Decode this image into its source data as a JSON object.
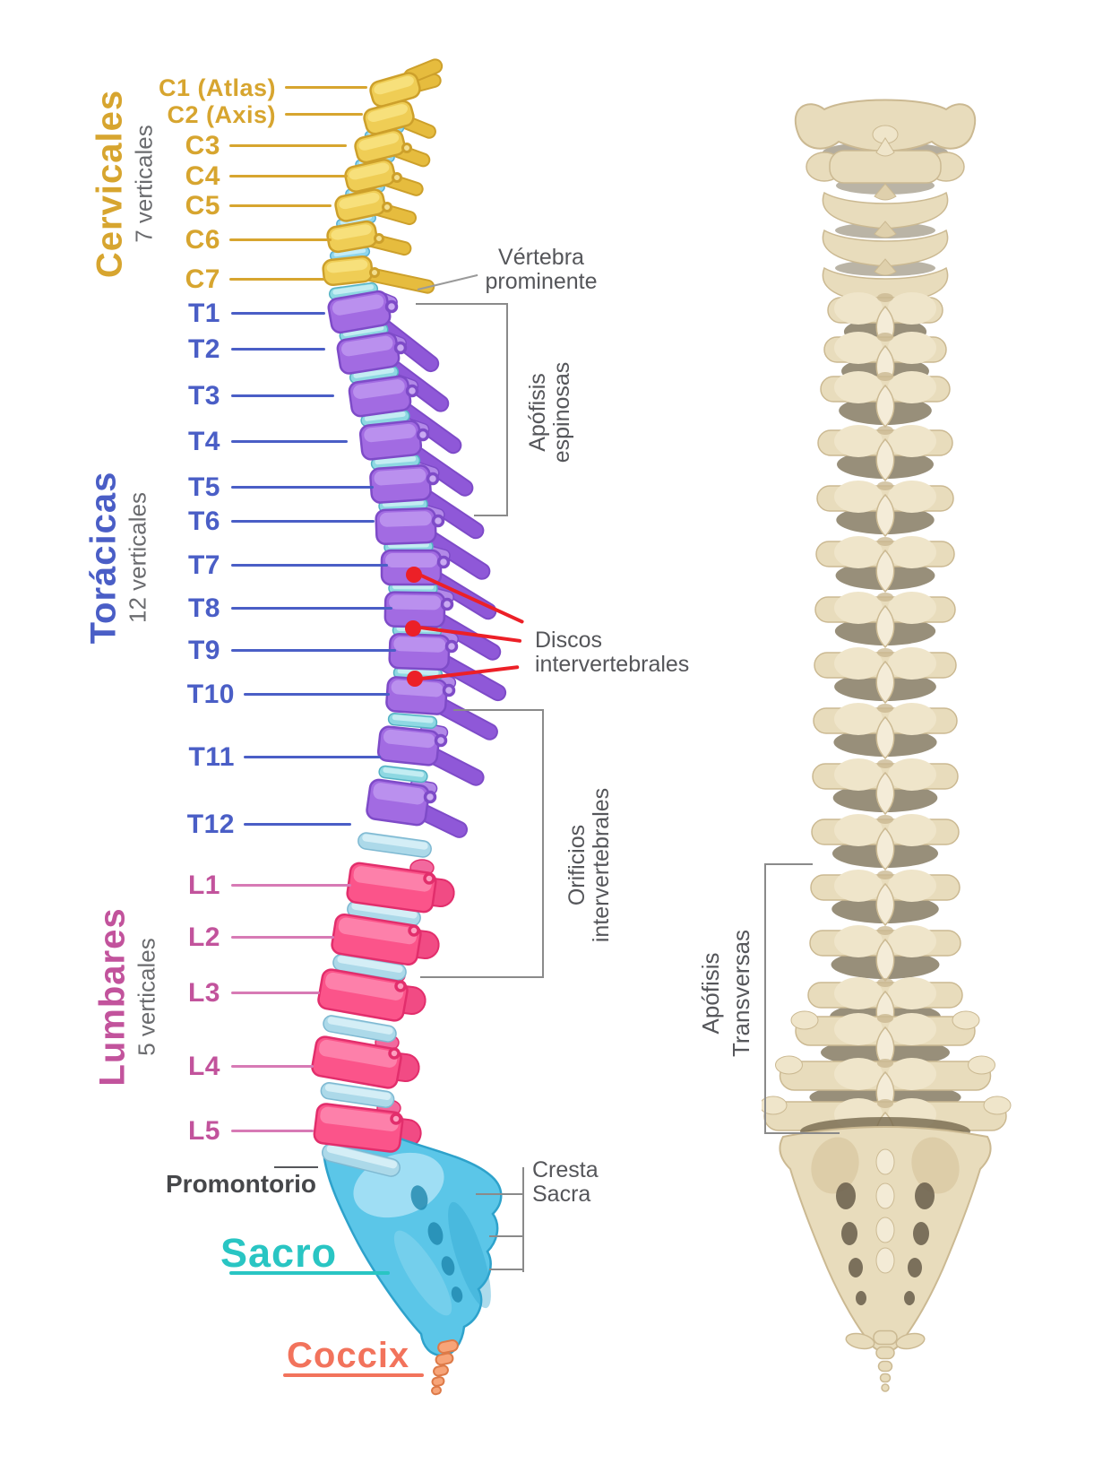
{
  "page": {
    "background": "#FFFFFF"
  },
  "left_panel": {
    "sections": [
      {
        "title": "Cervicales",
        "subtitle": "7 verticales",
        "color": "#D7A52F"
      },
      {
        "title": "Torácicas",
        "subtitle": "12 verticales",
        "color": "#4A5EC6"
      },
      {
        "title": "Lumbares",
        "subtitle": "5 verticales",
        "color": "#C2539C"
      }
    ],
    "vertebrae": [
      {
        "label": "C1 (Atlas)",
        "group": "cervicales"
      },
      {
        "label": "C2 (Axis)",
        "group": "cervicales"
      },
      {
        "label": "C3",
        "group": "cervicales"
      },
      {
        "label": "C4",
        "group": "cervicales"
      },
      {
        "label": "C5",
        "group": "cervicales"
      },
      {
        "label": "C6",
        "group": "cervicales"
      },
      {
        "label": "C7",
        "group": "cervicales"
      },
      {
        "label": "T1",
        "group": "toracicas"
      },
      {
        "label": "T2",
        "group": "toracicas"
      },
      {
        "label": "T3",
        "group": "toracicas"
      },
      {
        "label": "T4",
        "group": "toracicas"
      },
      {
        "label": "T5",
        "group": "toracicas"
      },
      {
        "label": "T6",
        "group": "toracicas"
      },
      {
        "label": "T7",
        "group": "toracicas"
      },
      {
        "label": "T8",
        "group": "toracicas"
      },
      {
        "label": "T9",
        "group": "toracicas"
      },
      {
        "label": "T10",
        "group": "toracicas"
      },
      {
        "label": "T11",
        "group": "toracicas"
      },
      {
        "label": "T12",
        "group": "toracicas"
      },
      {
        "label": "L1",
        "group": "lumbares"
      },
      {
        "label": "L2",
        "group": "lumbares"
      },
      {
        "label": "L3",
        "group": "lumbares"
      },
      {
        "label": "L4",
        "group": "lumbares"
      },
      {
        "label": "L5",
        "group": "lumbares"
      }
    ],
    "promontorio_label": "Promontorio",
    "sacro_label": "Sacro",
    "coccix_label": "Coccix"
  },
  "annotations": {
    "vertebra_prominente": {
      "lines": [
        "Vértebra",
        "prominente"
      ]
    },
    "apofisis_espinosas": {
      "lines": [
        "Apófisis",
        "espinosas"
      ]
    },
    "discos_intervertebrales": {
      "lines": [
        "Discos",
        "intervertebrales"
      ]
    },
    "orificios_intervertebrales": {
      "lines": [
        "Orificios",
        "intervertebrales"
      ]
    },
    "cresta_sacra": {
      "lines": [
        "Cresta",
        "Sacra"
      ]
    },
    "apofisis_transversas": {
      "lines": [
        "Apófisis",
        "Transversas"
      ]
    }
  },
  "colors": {
    "cervical": "#D7A52F",
    "thoracic": "#4A5EC6",
    "lumbar_label": "#C2539C",
    "lumbar_line": "#D77AB5",
    "sacro": "#29C5C3",
    "coccix": "#F2735C",
    "annotation_gray": "#55565A",
    "red": "#EC2027",
    "disc_blue": "#8ED5EC",
    "bone": "#E8DCBC"
  }
}
